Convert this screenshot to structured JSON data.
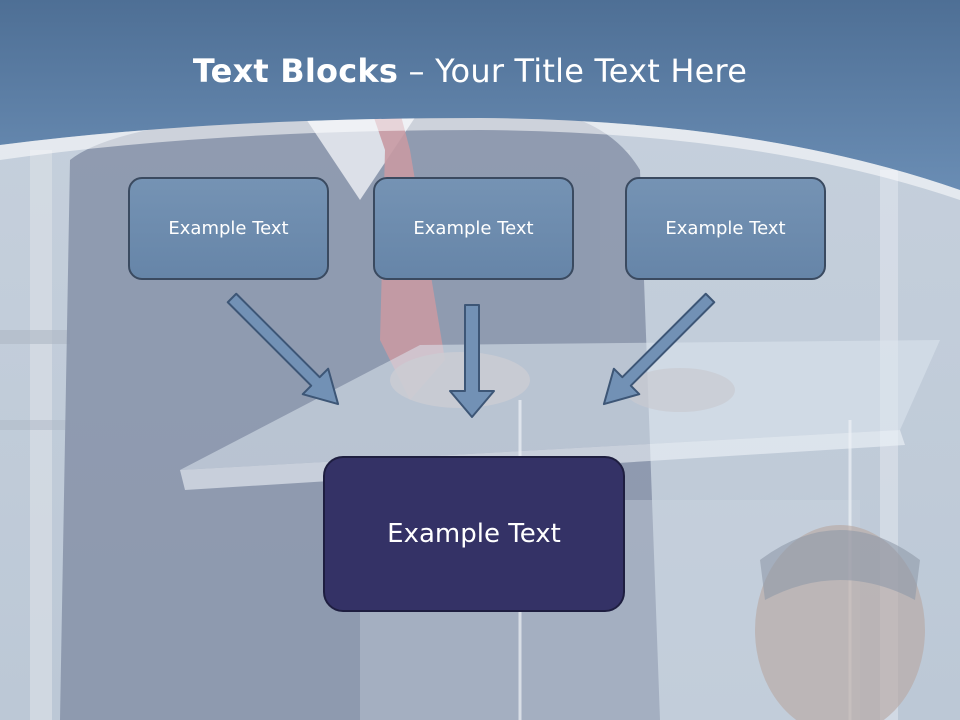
{
  "title": {
    "bold": "Text Blocks",
    "separator": " – ",
    "rest": "Your Title Text Here"
  },
  "blocks": [
    {
      "label": "Example Text"
    },
    {
      "label": "Example Text"
    },
    {
      "label": "Example Text"
    }
  ],
  "main_block": {
    "label": "Example Text"
  },
  "colors": {
    "header_band": "#5a7ea6",
    "small_block_fill": "#6f8db0",
    "main_block_fill": "#343266",
    "arrow_fill": "#7291b5",
    "arrow_stroke": "#3d5676",
    "text": "#ffffff"
  }
}
